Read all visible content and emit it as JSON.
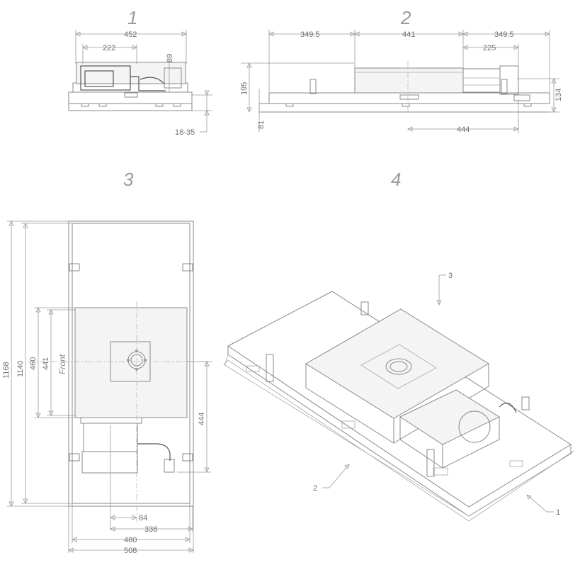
{
  "views": {
    "v1": "1",
    "v2": "2",
    "v3": "3",
    "v4": "4"
  },
  "dimensions": {
    "v1_width": "452",
    "v1_offset": "222",
    "v1_height": "89",
    "v1_collar": "18-35",
    "v2_left": "349.5",
    "v2_mid": "441",
    "v2_right": "349.5",
    "v2_225": "225",
    "v2_195": "195",
    "v2_81": "81",
    "v2_134": "134",
    "v2_444": "444",
    "v3_1168": "1168",
    "v3_1140": "1140",
    "v3_460": "460",
    "v3_441": "441",
    "v3_444": "444",
    "v3_84": "84",
    "v3_338": "338",
    "v3_480": "480",
    "v3_508": "508"
  },
  "labels": {
    "front": "Front",
    "callout_1": "1",
    "callout_2": "2",
    "callout_3": "3"
  }
}
